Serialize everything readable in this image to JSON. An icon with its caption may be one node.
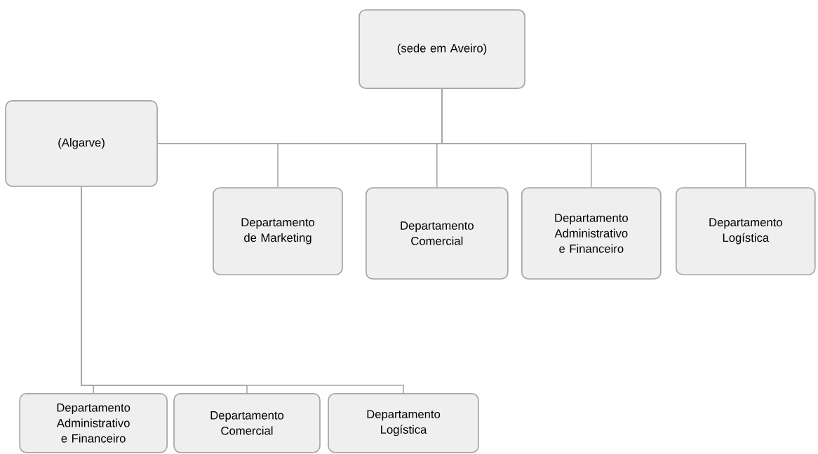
{
  "diagram": {
    "nodes": [
      {
        "text": [
          "(sede em Aveiro)"
        ]
      },
      {
        "text": [
          "(Algarve)"
        ]
      },
      {
        "text": [
          "Departamento de Marketing"
        ]
      },
      {
        "text": [
          "Departamento Comercial"
        ]
      },
      {
        "text": [
          "Departamento Administrativo e Financeiro"
        ]
      },
      {
        "text": [
          "Departamento Logística"
        ]
      },
      {
        "text": [
          "Departamento Administrativo e Financeiro"
        ]
      },
      {
        "text": [
          "Departamento Comercial"
        ]
      },
      {
        "text": [
          "Departamento Logística"
        ]
      }
    ],
    "edges": [
      {
        "from": 0,
        "to": 1,
        "arrow": "none"
      },
      {
        "from": 0,
        "to": 2,
        "arrow": "none"
      },
      {
        "from": 0,
        "to": 3,
        "arrow": "none"
      },
      {
        "from": 0,
        "to": 4,
        "arrow": "none"
      },
      {
        "from": 0,
        "to": 5,
        "arrow": "none"
      },
      {
        "from": 1,
        "to": 6,
        "arrow": "none"
      },
      {
        "from": 1,
        "to": 7,
        "arrow": "none"
      },
      {
        "from": 1,
        "to": 8,
        "arrow": "none"
      }
    ]
  }
}
